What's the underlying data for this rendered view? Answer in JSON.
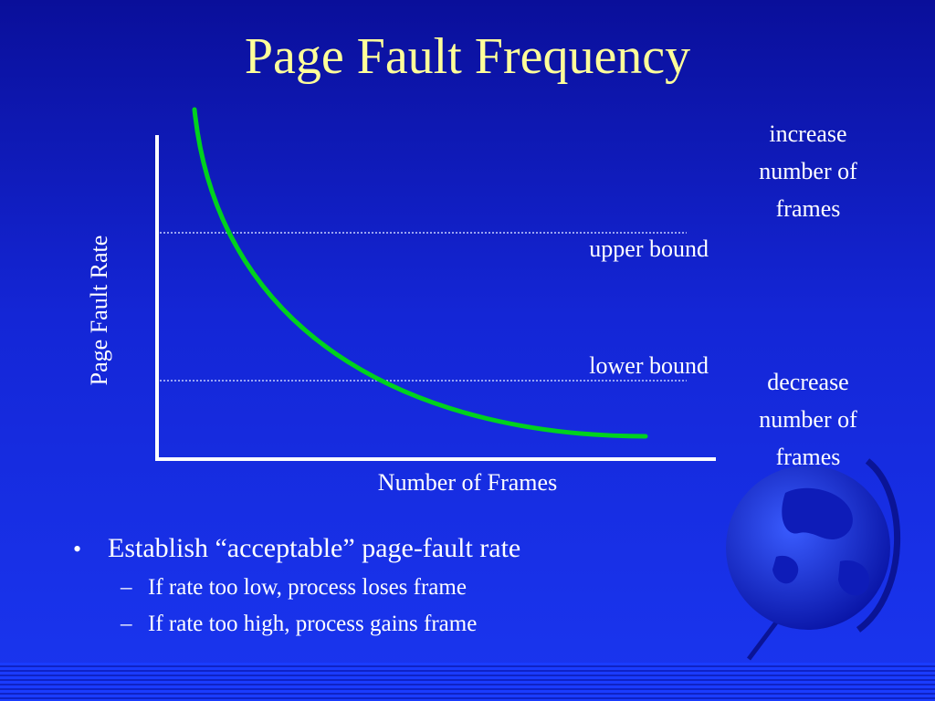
{
  "slide": {
    "title": "Page Fault Frequency"
  },
  "diagram": {
    "y_axis_label": "Page Fault Rate",
    "x_axis_label": "Number of Frames",
    "upper_bound_label": "upper bound",
    "lower_bound_label": "lower bound",
    "increase_note": [
      "increase",
      "number of",
      "frames"
    ],
    "decrease_note": [
      "decrease",
      "number of",
      "frames"
    ],
    "curve_color": "#00d21e",
    "axis_color": "#ffffff",
    "bound_line_color": "#c8d0ff"
  },
  "bullets": {
    "main": "Establish “acceptable” page-fault rate",
    "sub": [
      "If rate too low, process loses frame",
      "If rate too high, process gains frame"
    ]
  },
  "decor": {
    "globe_icon": "globe-icon",
    "bullet_icon": "bullet-dot-icon"
  },
  "colors": {
    "title": "#ffff99",
    "text": "#ffffff"
  }
}
